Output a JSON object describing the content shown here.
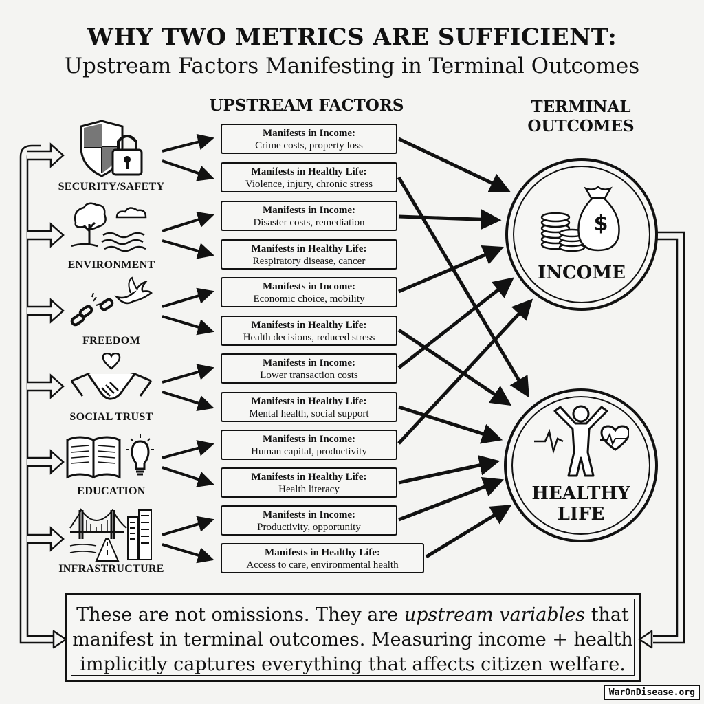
{
  "title_line1": "WHY TWO METRICS ARE SUFFICIENT:",
  "title_line2": "Upstream Factors Manifesting in Terminal Outcomes",
  "upstream_heading": "UPSTREAM FACTORS",
  "terminal_heading": [
    "TERMINAL",
    "OUTCOMES"
  ],
  "factors": [
    {
      "label": "SECURITY/SAFETY",
      "icon": "shield-lock-icon",
      "income": {
        "heading": "Manifests in Income:",
        "detail": "Crime costs, property loss"
      },
      "health": {
        "heading": "Manifests in Healthy Life:",
        "detail": "Violence, injury, chronic stress"
      }
    },
    {
      "label": "ENVIRONMENT",
      "icon": "tree-water-icon",
      "income": {
        "heading": "Manifests in Income:",
        "detail": "Disaster costs, remediation"
      },
      "health": {
        "heading": "Manifests in Healthy Life:",
        "detail": "Respiratory disease, cancer"
      }
    },
    {
      "label": "FREEDOM",
      "icon": "broken-chain-dove-icon",
      "income": {
        "heading": "Manifests in Income:",
        "detail": "Economic choice, mobility"
      },
      "health": {
        "heading": "Manifests in Healthy Life:",
        "detail": "Health decisions, reduced stress"
      }
    },
    {
      "label": "SOCIAL TRUST",
      "icon": "handshake-heart-icon",
      "income": {
        "heading": "Manifests in Income:",
        "detail": "Lower transaction costs"
      },
      "health": {
        "heading": "Manifests in Healthy Life:",
        "detail": "Mental health, social support"
      }
    },
    {
      "label": "EDUCATION",
      "icon": "book-lightbulb-icon",
      "income": {
        "heading": "Manifests in Income:",
        "detail": "Human capital, productivity"
      },
      "health": {
        "heading": "Manifests in Healthy Life:",
        "detail": "Health literacy"
      }
    },
    {
      "label": "INFRASTRUCTURE",
      "icon": "bridge-city-icon",
      "income": {
        "heading": "Manifests in Income:",
        "detail": "Productivity, opportunity"
      },
      "health": {
        "heading": "Manifests in Healthy Life:",
        "detail": "Access to care, environmental health"
      }
    }
  ],
  "outcomes": {
    "income": {
      "label": "INCOME",
      "icon": "coins-moneybag-icon",
      "symbol": "$"
    },
    "health": {
      "label_line1": "HEALTHY",
      "label_line2": "LIFE",
      "icon": "person-heartbeat-icon"
    }
  },
  "conclusion": {
    "line1_pre": "These are not omissions. They are ",
    "line1_em": "upstream variables",
    "line1_post": " that",
    "line2": "manifest in terminal outcomes. Measuring income + health",
    "line3": "implicitly captures everything that affects citizen welfare."
  },
  "watermark": "WarOnDisease.org"
}
